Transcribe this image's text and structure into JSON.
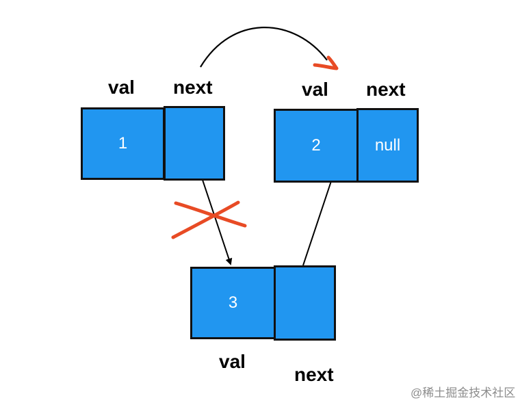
{
  "colors": {
    "node_fill": "#2196f0",
    "node_border": "#111111",
    "pointer": "#000000",
    "mark": "#e84b25"
  },
  "nodes": {
    "node1": {
      "value": "1",
      "val_label": "val",
      "next_label": "next"
    },
    "node2": {
      "value": "2",
      "next_value": "null",
      "val_label": "val",
      "next_label": "next"
    },
    "node3": {
      "value": "3",
      "val_label": "val",
      "next_label": "next"
    }
  },
  "watermark": "@稀土掘金技术社区"
}
